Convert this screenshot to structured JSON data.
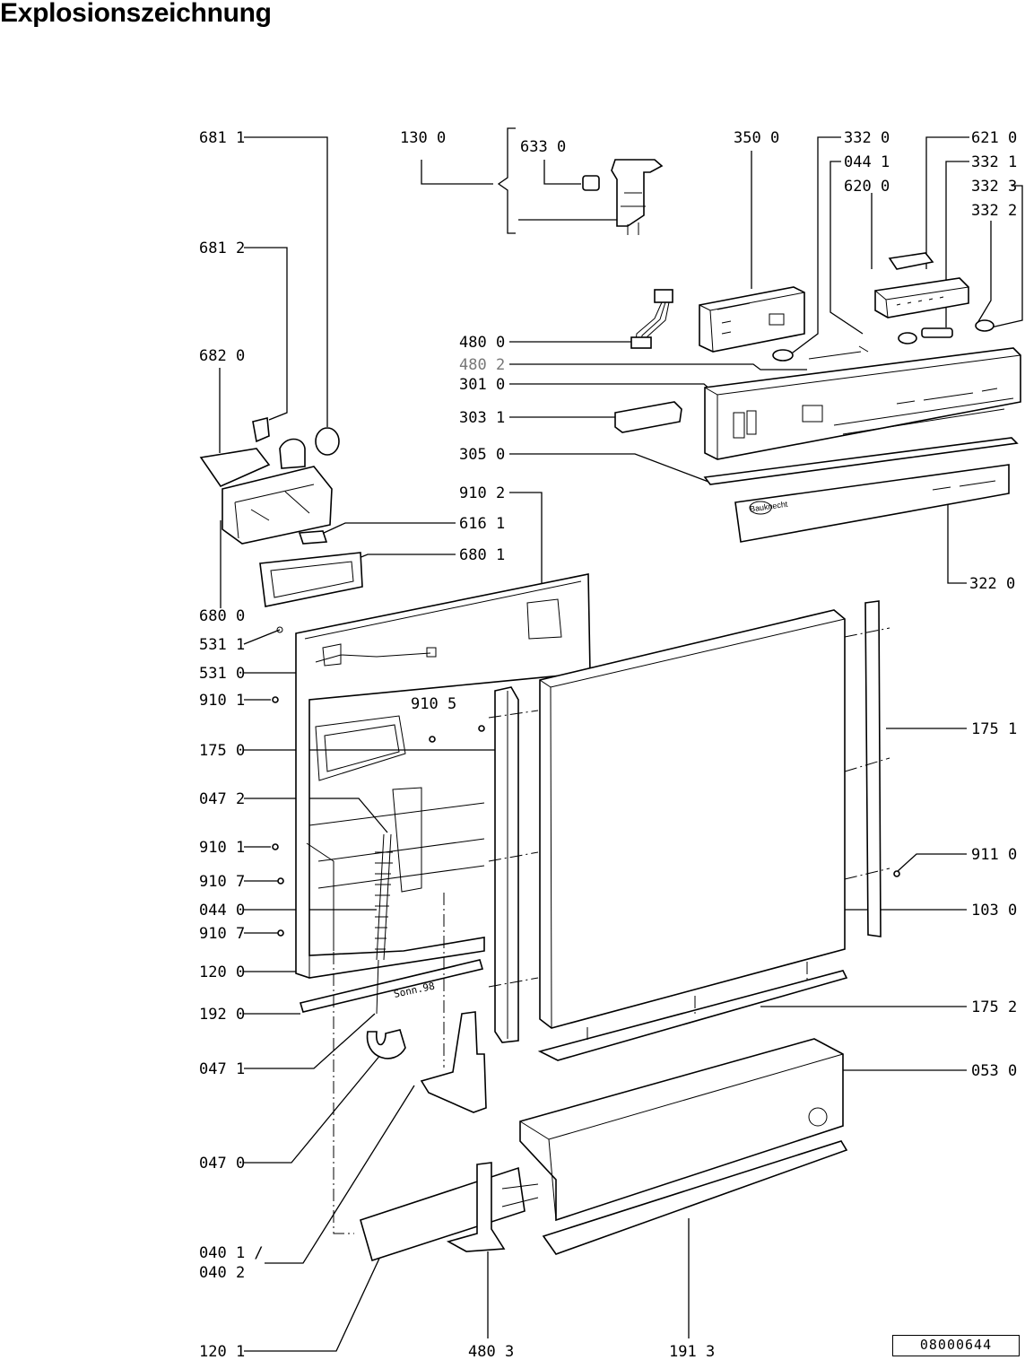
{
  "title": "Explosionszeichnung",
  "document_number": "08000644",
  "brand_marking": "Bauknecht",
  "stamp": "Sonn.98",
  "labels": {
    "l6811": "681 1",
    "l1300": "130 0",
    "l6330": "633 0",
    "l3500": "350 0",
    "l3320": "332 0",
    "l0441": "044 1",
    "l6200": "620 0",
    "l6210": "621 0",
    "l3321": "332 1",
    "l3323": "332 3",
    "l3322": "332 2",
    "l6812": "681 2",
    "l4800": "480 0",
    "l4802": "480 2",
    "l3010": "301 0",
    "l3031": "303 1",
    "l3050": "305 0",
    "l6820": "682 0",
    "l9102": "910 2",
    "l6161": "616 1",
    "l6801": "680 1",
    "l3220": "322 0",
    "l6800": "680 0",
    "l5311": "531 1",
    "l5310": "531 0",
    "l9101a": "910 1",
    "l9105": "910 5",
    "l1750": "175 0",
    "l1751": "175 1",
    "l0472": "047 2",
    "l9101b": "910 1",
    "l9110": "911 0",
    "l9107a": "910 7",
    "l0440": "044 0",
    "l1030": "103 0",
    "l9107b": "910 7",
    "l1200": "120 0",
    "l1920": "192 0",
    "l1752": "175 2",
    "l0471": "047 1",
    "l0530": "053 0",
    "l0470": "047 0",
    "l0401": "040 1 /",
    "l0402": "040 2",
    "l1201": "120 1",
    "l4803": "480 3",
    "l1913": "191 3"
  }
}
